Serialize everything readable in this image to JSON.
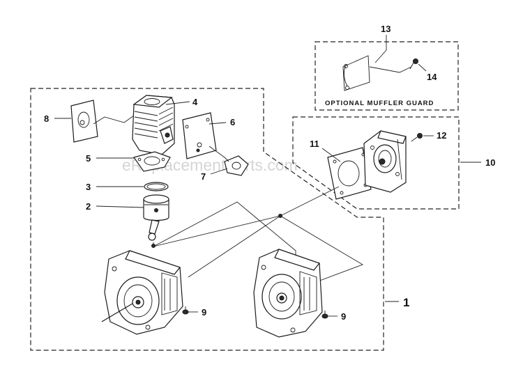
{
  "watermark": "eReplacementParts.com",
  "muffler_guard_caption": "OPTIONAL MUFFLER GUARD",
  "callouts": {
    "c1": "1",
    "c2": "2",
    "c3": "3",
    "c4": "4",
    "c5": "5",
    "c6": "6",
    "c7": "7",
    "c8": "8",
    "c9a": "9",
    "c9b": "9",
    "c10": "10",
    "c11": "11",
    "c12": "12",
    "c13": "13",
    "c14": "14"
  },
  "parts": {
    "cylinder": "cylinder-icon",
    "piston": "piston-icon",
    "piston_ring": "piston-ring-icon",
    "connecting_rod": "connecting-rod-icon",
    "crankcase": "crankcase-icon",
    "gasket": "gasket-icon",
    "heat_shield": "heat-shield-icon",
    "muffler": "muffler-icon",
    "screw": "screw-icon",
    "muffler_guard": "muffler-guard-icon"
  }
}
